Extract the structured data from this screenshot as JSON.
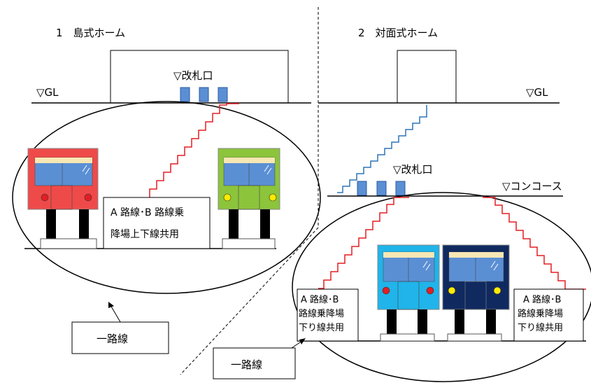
{
  "left_panel": {
    "title": "1　島式ホーム",
    "gl_label": "▽GL",
    "gate_label": "▽改札口",
    "platform_label_line1": "A 路線･B 路線乗",
    "platform_label_line2": "降場上下線共用",
    "callout": "一路線"
  },
  "right_panel": {
    "title": "2　対面式ホーム",
    "gl_label": "▽GL",
    "gate_label": "▽改札口",
    "concourse_label": "▽コンコース",
    "left_platform_line1": "A 路線･B",
    "left_platform_line2": "路線乗降場",
    "left_platform_line3": "下り線共用",
    "right_platform_line1": "A 路線･B",
    "right_platform_line2": "路線乗降場",
    "right_platform_line3": "下り線共用",
    "callout": "一路線"
  },
  "colors": {
    "stair_red": "#e31e24",
    "stair_blue": "#2e75b6",
    "gate_fill": "#5b8fd4",
    "train_red": "#ef4a4a",
    "train_green": "#8cc43c",
    "train_cyan": "#20b4ea",
    "train_navy": "#102a60",
    "window": "#5b8fd4",
    "window_top": "#f7e7b4",
    "light_red": "#e31e24",
    "light_yellow": "#ffeb00"
  }
}
